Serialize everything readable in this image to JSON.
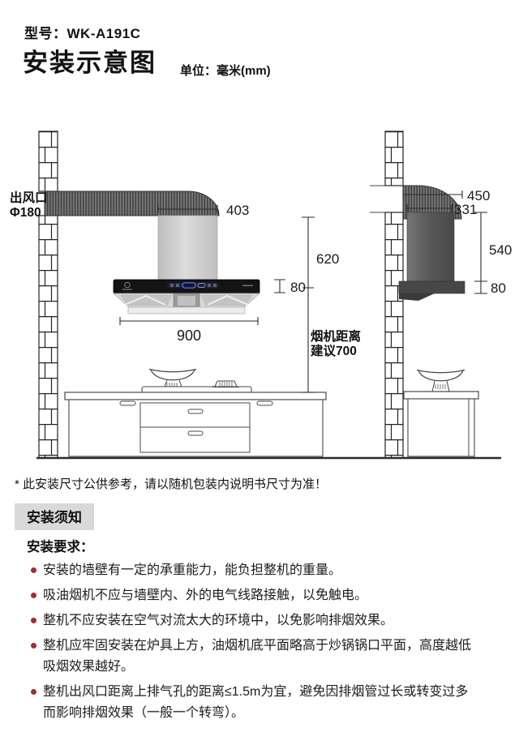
{
  "header": {
    "model": "型号：WK-A191C",
    "title": "安装示意图",
    "unit": "单位：毫米(mm)"
  },
  "diagram": {
    "front_view": {
      "outlet_line1": "出风口",
      "outlet_line2": "Φ180",
      "dim_duct_width": "403",
      "dim_install_height": "620",
      "dim_panel_height": "80",
      "dim_hood_width": "900",
      "distance_line1": "烟机距离",
      "distance_line2": "建议700"
    },
    "side_view": {
      "dim_elbow_depth": "450",
      "dim_chimney_depth": "331",
      "dim_chimney_height": "540",
      "dim_panel_height": "80"
    }
  },
  "footnote": "* 此安装尺寸公供参考，请以随机包装内说明书尺寸为准！",
  "notice": {
    "section_title": "安装须知",
    "subtitle": "安装要求：",
    "items": [
      "安装的墙壁有一定的承重能力，能负担整机的重量。",
      "吸油烟机不应与墙壁内、外的电气线路接触，以免触电。",
      "整机不应安装在空气对流太大的环境中，以免影响排烟效果。",
      "整机应牢固安装在炉具上方，油烟机底平面略高于炒锅锅口平面，高度越低吸烟效果越好。",
      "整机出风口距离上排气孔的距离≤1.5m为宜，避免因排烟管过长或转变过多而影响排烟效果（一般一个转弯）。"
    ],
    "colors": {
      "bullet": "#9c2f31",
      "section_bg": "#d9d9d9"
    }
  }
}
